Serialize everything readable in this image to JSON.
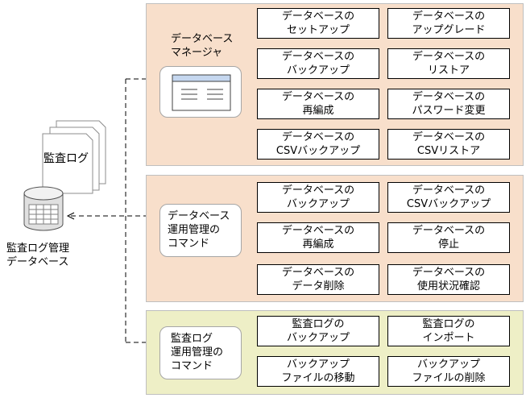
{
  "colors": {
    "panel_orange": "#f8dfcb",
    "panel_yellow": "#eeefc6",
    "window_titlebar": "#c5d7ef",
    "db_grid": "#7f7f7f"
  },
  "left": {
    "document_label": "監査ログ",
    "database_label_line1": "監査ログ管理",
    "database_label_line2": "データベース"
  },
  "panels": [
    {
      "title": [
        "データベース",
        "マネージャ"
      ],
      "icon": "window-icon",
      "buttons": [
        [
          "データベースの",
          "セットアップ"
        ],
        [
          "データベースの",
          "アップグレード"
        ],
        [
          "データベースの",
          "バックアップ"
        ],
        [
          "データベースの",
          "リストア"
        ],
        [
          "データベースの",
          "再編成"
        ],
        [
          "データベースの",
          "パスワード変更"
        ],
        [
          "データベースの",
          "CSVバックアップ"
        ],
        [
          "データベースの",
          "CSVリストア"
        ]
      ]
    },
    {
      "title": [
        "データベース",
        "運用管理の",
        "コマンド"
      ],
      "buttons": [
        [
          "データベースの",
          "バックアップ"
        ],
        [
          "データベースの",
          "CSVバックアップ"
        ],
        [
          "データベースの",
          "再編成"
        ],
        [
          "データベースの",
          "停止"
        ],
        [
          "データベースの",
          "データ削除"
        ],
        [
          "データベースの",
          "使用状況確認"
        ]
      ]
    },
    {
      "title": [
        "監査ログ",
        "運用管理の",
        "コマンド"
      ],
      "buttons": [
        [
          "監査ログの",
          "バックアップ"
        ],
        [
          "監査ログの",
          "インポート"
        ],
        [
          "バックアップ",
          "ファイルの移動"
        ],
        [
          "バックアップ",
          "ファイルの削除"
        ]
      ]
    }
  ]
}
